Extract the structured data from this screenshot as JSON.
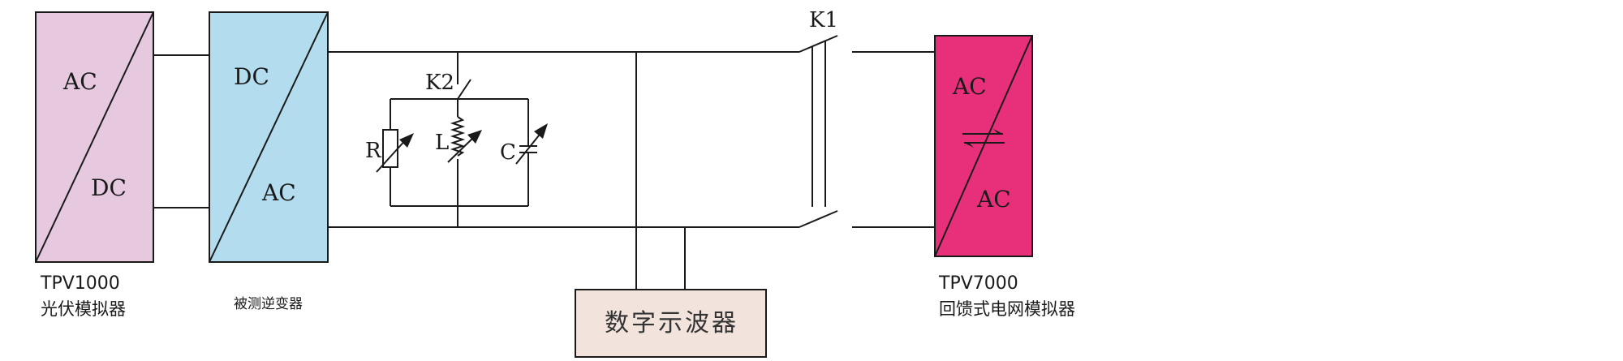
{
  "colors": {
    "pv_fill": "#e6c8df",
    "inverter_fill": "#b3ddee",
    "grid_fill": "#e8307a",
    "scope_fill": "#f2e4dc",
    "line": "#1a1a1a"
  },
  "pv_simulator": {
    "top_label": "AC",
    "bottom_label": "DC",
    "model": "TPV1000",
    "name": "光伏模拟器"
  },
  "inverter_under_test": {
    "top_label": "DC",
    "bottom_label": "AC",
    "name": "被测逆变器"
  },
  "load": {
    "switch_label": "K2",
    "r_label": "R",
    "l_label": "L",
    "c_label": "C"
  },
  "oscilloscope": {
    "label": "数字示波器"
  },
  "main_switch": {
    "label": "K1"
  },
  "grid_simulator": {
    "top_label": "AC",
    "bottom_label": "AC",
    "model": "TPV7000",
    "name": "回馈式电网模拟器"
  }
}
